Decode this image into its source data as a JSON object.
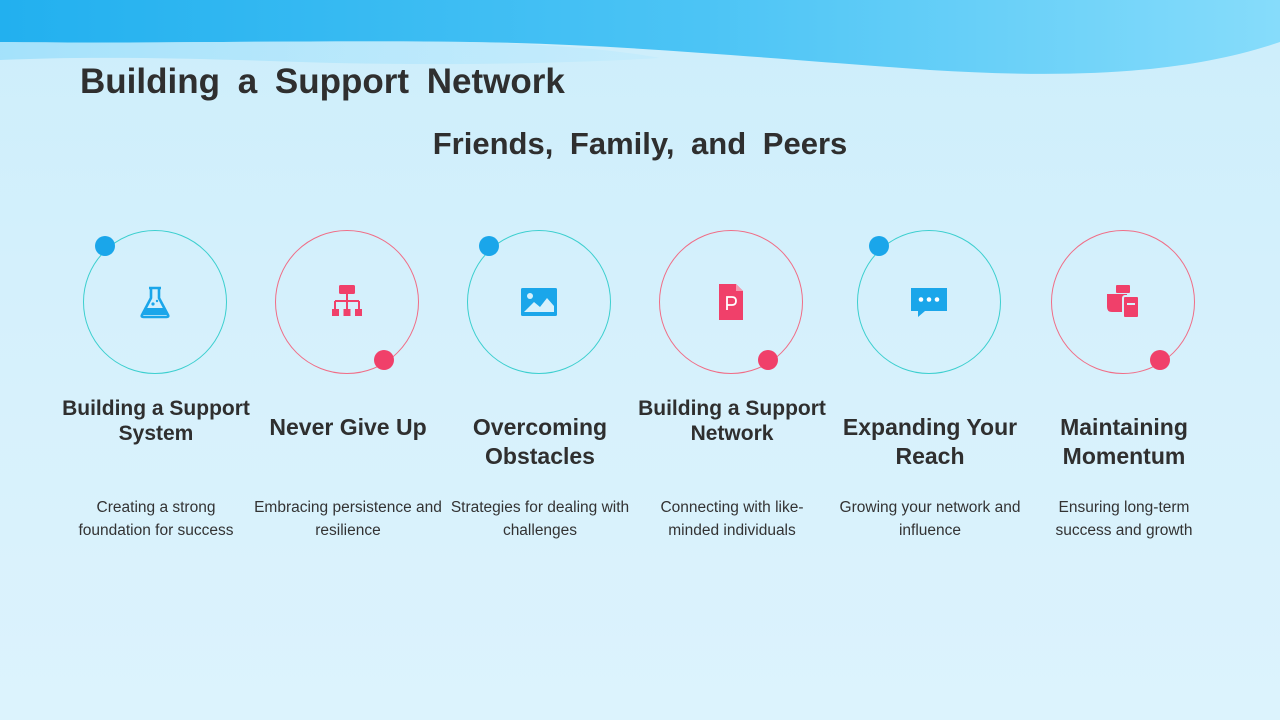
{
  "title": "Building  a  Support  Network",
  "subtitle": "Friends,  Family,  and  Peers",
  "colors": {
    "teal": "#3ccfcf",
    "blue": "#1aa6ea",
    "pink": "#f0406a",
    "background": "#d7f1fc"
  },
  "cards": [
    {
      "title": "Building a Support System",
      "description": "Creating a strong foundation for success",
      "icon": "flask-icon"
    },
    {
      "title": "Never Give Up",
      "description": "Embracing persistence and resilience",
      "icon": "org-chart-icon"
    },
    {
      "title": "Overcoming Obstacles",
      "description": "Strategies for dealing with challenges",
      "icon": "image-icon"
    },
    {
      "title": "Building a Support Network",
      "description": "Connecting with like-minded individuals",
      "icon": "document-p-icon"
    },
    {
      "title": "Expanding Your Reach",
      "description": "Growing your network and influence",
      "icon": "chat-bubble-icon"
    },
    {
      "title": "Maintaining Momentum",
      "description": "Ensuring long-term success and growth",
      "icon": "printer-icon"
    }
  ]
}
